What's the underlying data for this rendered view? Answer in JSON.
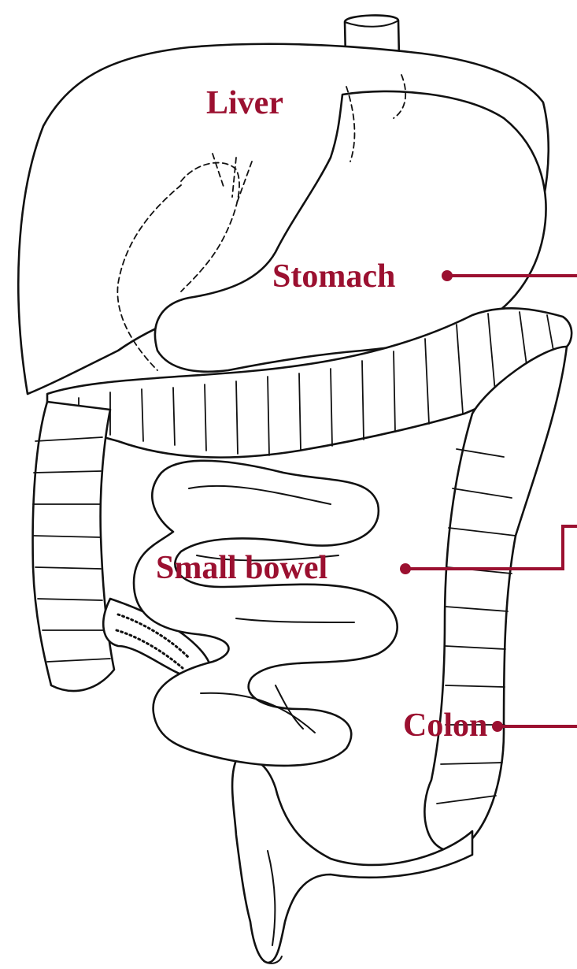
{
  "colors": {
    "label": "#9b1030",
    "line": "#111111",
    "background": "#ffffff"
  },
  "labels": {
    "liver": "Liver",
    "stomach": "Stomach",
    "small_bowel": "Small bowel",
    "colon": "Colon"
  }
}
